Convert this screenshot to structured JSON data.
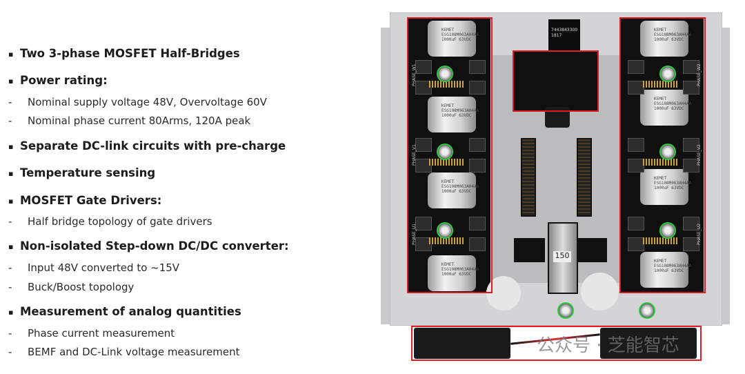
{
  "slide": {
    "items": [
      {
        "type": "bullet",
        "text": "Two 3-phase MOSFET Half-Bridges"
      },
      {
        "type": "bullet",
        "text": "Power rating:"
      },
      {
        "type": "sub",
        "text": "Nominal supply voltage 48V, Overvoltage 60V"
      },
      {
        "type": "sub",
        "text": "Nominal phase current 80Arms, 120A peak"
      },
      {
        "type": "bullet",
        "text": "Separate DC-link circuits with pre-charge"
      },
      {
        "type": "bullet",
        "text": "Temperature sensing"
      },
      {
        "type": "bullet",
        "text": "MOSFET Gate Drivers:"
      },
      {
        "type": "sub",
        "text": "Half bridge topology of gate drivers"
      },
      {
        "type": "bullet",
        "text": "Non-isolated Step-down DC/DC converter:"
      },
      {
        "type": "sub",
        "text": "Input 48V converted to ~15V"
      },
      {
        "type": "sub",
        "text": "Buck/Boost topology"
      },
      {
        "type": "bullet",
        "text": "Measurement of analog quantities"
      },
      {
        "type": "sub",
        "text": "Phase current measurement"
      },
      {
        "type": "sub",
        "text": "BEMF and DC-Link voltage measurement"
      }
    ],
    "bullet_marker": "▪",
    "sub_marker": "-"
  },
  "photo": {
    "module_label": "7443843300 1817",
    "fuse_label": "150",
    "phase_labels": [
      "PHASE_W1",
      "PHASE_V1",
      "PHASE_U1",
      "PHASE_W2",
      "PHASE_V2",
      "PHASE_U2"
    ],
    "cap_label": "KEMET ESG108M063AH4AA 1000uF 63VDC",
    "highlight_color": "#e01b24",
    "marker_color": "#2ecc40"
  },
  "watermark": "公众号 · 芝能智芯"
}
